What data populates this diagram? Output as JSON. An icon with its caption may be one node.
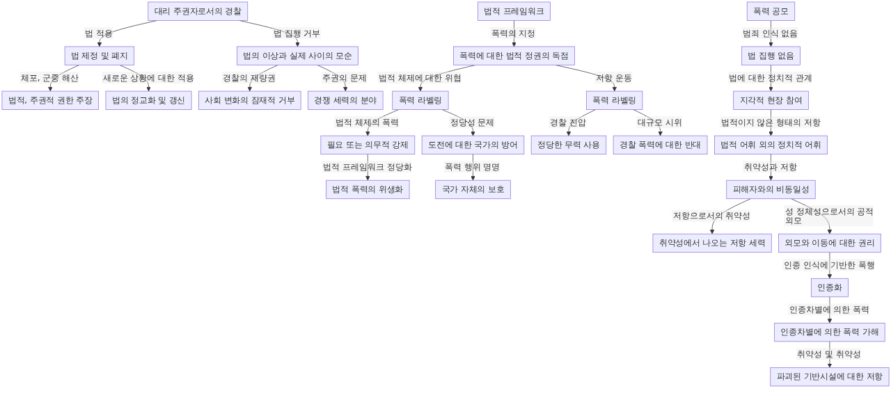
{
  "diagram": {
    "nodes": [
      {
        "text": [
          "대리 주권자로서의 경찰"
        ]
      },
      {
        "text": [
          "법 제정 및 폐지"
        ]
      },
      {
        "text": [
          "법의 이상과 실제 사이의 모순"
        ]
      },
      {
        "text": [
          "법적, 주권적 권한 주장"
        ]
      },
      {
        "text": [
          "법의 정교화 및 갱신"
        ]
      },
      {
        "text": [
          "사회 변화의 잠재적 거부"
        ]
      },
      {
        "text": [
          "경쟁 세력의 분야"
        ]
      },
      {
        "text": [
          "법적 프레임워크"
        ]
      },
      {
        "text": [
          "폭력에 대한 법적 정권의 독점"
        ]
      },
      {
        "text": [
          "폭력 라벨링"
        ]
      },
      {
        "text": [
          "폭력 라벨링"
        ]
      },
      {
        "text": [
          "필요 또는 의무적 강제"
        ]
      },
      {
        "text": [
          "도전에 대한 국가의 방어"
        ]
      },
      {
        "text": [
          "정당한 무력 사용"
        ]
      },
      {
        "text": [
          "경찰 폭력에 대한 반대"
        ]
      },
      {
        "text": [
          "법적 폭력의 위생화"
        ]
      },
      {
        "text": [
          "국가 자체의 보호"
        ]
      },
      {
        "text": [
          "폭력 공모"
        ]
      },
      {
        "text": [
          "법 집행 없음"
        ]
      },
      {
        "text": [
          "지각적 현장 참여"
        ]
      },
      {
        "text": [
          "법적 어휘 외의 정치적 어휘"
        ]
      },
      {
        "text": [
          "피해자와의 비동일성"
        ]
      },
      {
        "text": [
          "취약성에서 나오는 저항 세력"
        ]
      },
      {
        "text": [
          "외모와 이동에 대한 권리"
        ]
      },
      {
        "text": [
          "인종화"
        ]
      },
      {
        "text": [
          "인종차별에 의한 폭력 가해"
        ]
      },
      {
        "text": [
          "파괴된 기반시설에 대한 저항"
        ]
      }
    ],
    "edges": [
      {
        "from": 0,
        "to": 1,
        "arrow": "to",
        "label": "법 적용"
      },
      {
        "from": 0,
        "to": 2,
        "arrow": "to",
        "label": "법 집행 거부"
      },
      {
        "from": 1,
        "to": 3,
        "arrow": "to",
        "label": "체포, 군중 해산"
      },
      {
        "from": 1,
        "to": 4,
        "arrow": "to",
        "label": "새로운 상황에 대한 적용"
      },
      {
        "from": 2,
        "to": 5,
        "arrow": "to",
        "label": "경찰의 재량권"
      },
      {
        "from": 2,
        "to": 6,
        "arrow": "to",
        "label": "주권의 문제"
      },
      {
        "from": 7,
        "to": 8,
        "arrow": "to",
        "label": "폭력의 지정"
      },
      {
        "from": 8,
        "to": 9,
        "arrow": "to",
        "label": "법적 체제에 대한 위협"
      },
      {
        "from": 8,
        "to": 10,
        "arrow": "to",
        "label": "저항 운동"
      },
      {
        "from": 9,
        "to": 11,
        "arrow": "to",
        "label": "법적 체제의 폭력"
      },
      {
        "from": 9,
        "to": 12,
        "arrow": "to",
        "label": "정당성 문제"
      },
      {
        "from": 10,
        "to": 13,
        "arrow": "to",
        "label": "경찰 진압"
      },
      {
        "from": 10,
        "to": 14,
        "arrow": "to",
        "label": "대규모 시위"
      },
      {
        "from": 11,
        "to": 15,
        "arrow": "to",
        "label": "법적 프레임워크 정당화"
      },
      {
        "from": 12,
        "to": 16,
        "arrow": "to",
        "label": "폭력 행위 명명"
      },
      {
        "from": 17,
        "to": 18,
        "arrow": "to",
        "label": "범죄 인식 없음"
      },
      {
        "from": 18,
        "to": 19,
        "arrow": "to",
        "label": "법에 대한 정치적 관계"
      },
      {
        "from": 19,
        "to": 20,
        "arrow": "to",
        "label": "법적이지 않은 형태의 저항"
      },
      {
        "from": 20,
        "to": 21,
        "arrow": "to",
        "label": "취약성과 저항"
      },
      {
        "from": 21,
        "to": 22,
        "arrow": "to",
        "label": "저항으로서의 취약성"
      },
      {
        "from": 21,
        "to": 23,
        "arrow": "to",
        "label": "성 정체성으로서의 공적 외모"
      },
      {
        "from": 23,
        "to": 24,
        "arrow": "to",
        "label": "인종 인식에 기반한 폭행"
      },
      {
        "from": 24,
        "to": 25,
        "arrow": "to",
        "label": "인종차별에 의한 폭력"
      },
      {
        "from": 25,
        "to": 26,
        "arrow": "to",
        "label": "취약성 및 취약성"
      }
    ]
  }
}
